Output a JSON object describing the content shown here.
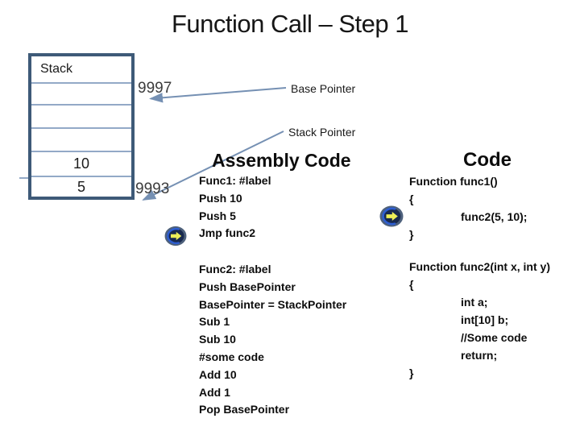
{
  "title": "Function Call – Step 1",
  "stack": {
    "label": "Stack",
    "cells": [
      "",
      "",
      "",
      "10",
      "5"
    ],
    "address_top": "9997",
    "address_bottom": "9993"
  },
  "labels": {
    "base_pointer": "Base Pointer",
    "stack_pointer": "Stack Pointer"
  },
  "assembly": {
    "heading": "Assembly Code",
    "block1": [
      "Func1: #label",
      "Push 10",
      "Push 5",
      "Jmp func2"
    ],
    "block2": [
      "Func2: #label",
      "Push BasePointer",
      "BasePointer = StackPointer",
      "Sub 1",
      "Sub 10",
      "#some code",
      "Add 10",
      "Add 1",
      "Pop BasePointer"
    ]
  },
  "code": {
    "heading": "Code",
    "block1": [
      "Function func1()",
      "{",
      "func2(5, 10);",
      "}"
    ],
    "block2": [
      "Function func2(int x, int y)",
      "{",
      "int a;",
      "int[10] b;",
      "//Some code",
      "return;",
      "}"
    ]
  },
  "colors": {
    "table_border": "#3e5a78",
    "row_line": "#93a9c7",
    "connector": "#7590b3",
    "icon_navy": "#18294e",
    "icon_ring": "#4e617c",
    "icon_arc": "#2d5ed2",
    "icon_arrow": "#edee58"
  }
}
